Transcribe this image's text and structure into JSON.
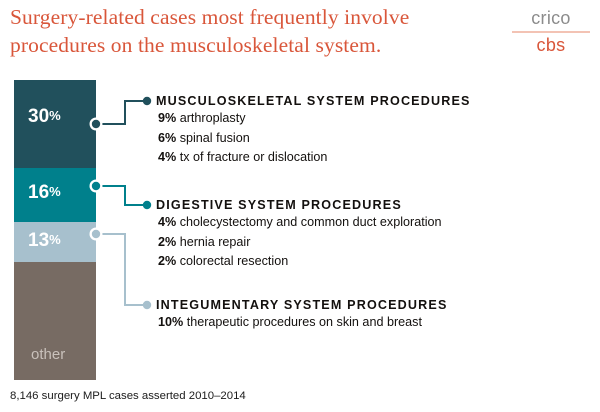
{
  "header": {
    "title_line1": "Surgery-related cases most frequently involve",
    "title_line2": "procedures on the musculoskeletal system.",
    "title_color": "#d9563a",
    "logo_top": "crico",
    "logo_bottom": "cbs"
  },
  "chart_data": {
    "type": "bar",
    "title": "Surgery-related cases most frequently involve procedures on the musculoskeletal system.",
    "subtype": "stacked-single-column",
    "categories": [
      "Musculoskeletal System Procedures",
      "Digestive System Procedures",
      "Integumentary System Procedures",
      "other"
    ],
    "values": [
      30,
      16,
      13,
      41
    ],
    "value_labels": [
      "30%",
      "16%",
      "13%",
      "other"
    ],
    "colors": [
      "#21505c",
      "#00808c",
      "#a7c0cd",
      "#776b63"
    ],
    "ylabel": "",
    "xlabel": "",
    "ylim": [
      0,
      100
    ],
    "grid": false,
    "legend": "none",
    "annotation": "8,146 surgery MPL cases asserted 2010–2014"
  },
  "segments": [
    {
      "label": "30",
      "symbol": "%",
      "color": "#21505c"
    },
    {
      "label": "16",
      "symbol": "%",
      "color": "#00808c"
    },
    {
      "label": "13",
      "symbol": "%",
      "color": "#a7c0cd"
    },
    {
      "label": "other",
      "symbol": "",
      "color": "#776b63"
    }
  ],
  "groups": [
    {
      "heading": "MUSCULOSKELETAL SYSTEM PROCEDURES",
      "dot_color": "#21505c",
      "items": [
        {
          "pct": "9%",
          "text": " arthroplasty"
        },
        {
          "pct": "6%",
          "text": " spinal fusion"
        },
        {
          "pct": "4%",
          "text": " tx of fracture or dislocation"
        }
      ]
    },
    {
      "heading": "DIGESTIVE SYSTEM PROCEDURES",
      "dot_color": "#00808c",
      "items": [
        {
          "pct": "4%",
          "text": " cholecystectomy and common duct exploration"
        },
        {
          "pct": "2%",
          "text": " hernia repair"
        },
        {
          "pct": "2%",
          "text": " colorectal resection"
        }
      ]
    },
    {
      "heading": "INTEGUMENTARY SYSTEM PROCEDURES",
      "dot_color": "#a7c0cd",
      "items": [
        {
          "pct": "10%",
          "text": " therapeutic procedures on skin and breast"
        }
      ]
    }
  ],
  "footnote": "8,146 surgery MPL cases asserted 2010–2014"
}
